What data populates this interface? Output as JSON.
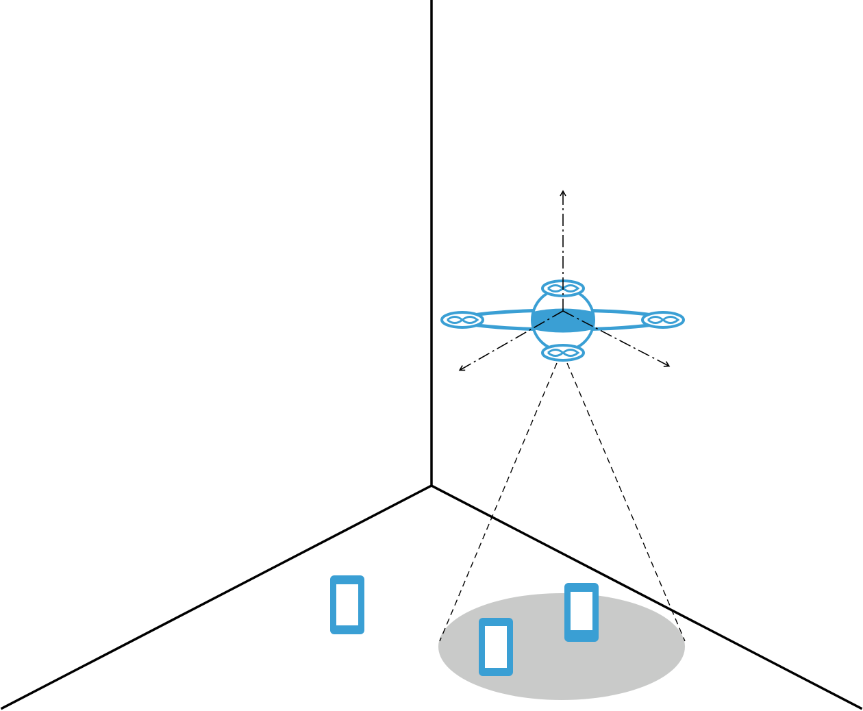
{
  "colors": {
    "background": "#ffffff",
    "room_edge": "#000000",
    "device_blue": "#3a9fd4",
    "coverage_gray": "#c9cac9",
    "dash_line": "#000000"
  },
  "scene": {
    "room": "room-corner",
    "drone": "quadcopter-drone-icon",
    "drone_axes": [
      "axis-up-arrow",
      "axis-left-arrow",
      "axis-right-arrow"
    ],
    "coverage": "coverage-area",
    "devices": [
      {
        "name": "phone-outside-coverage",
        "icon": "smartphone-icon"
      },
      {
        "name": "phone-in-coverage-left",
        "icon": "smartphone-icon"
      },
      {
        "name": "phone-in-coverage-right",
        "icon": "smartphone-icon"
      }
    ]
  }
}
